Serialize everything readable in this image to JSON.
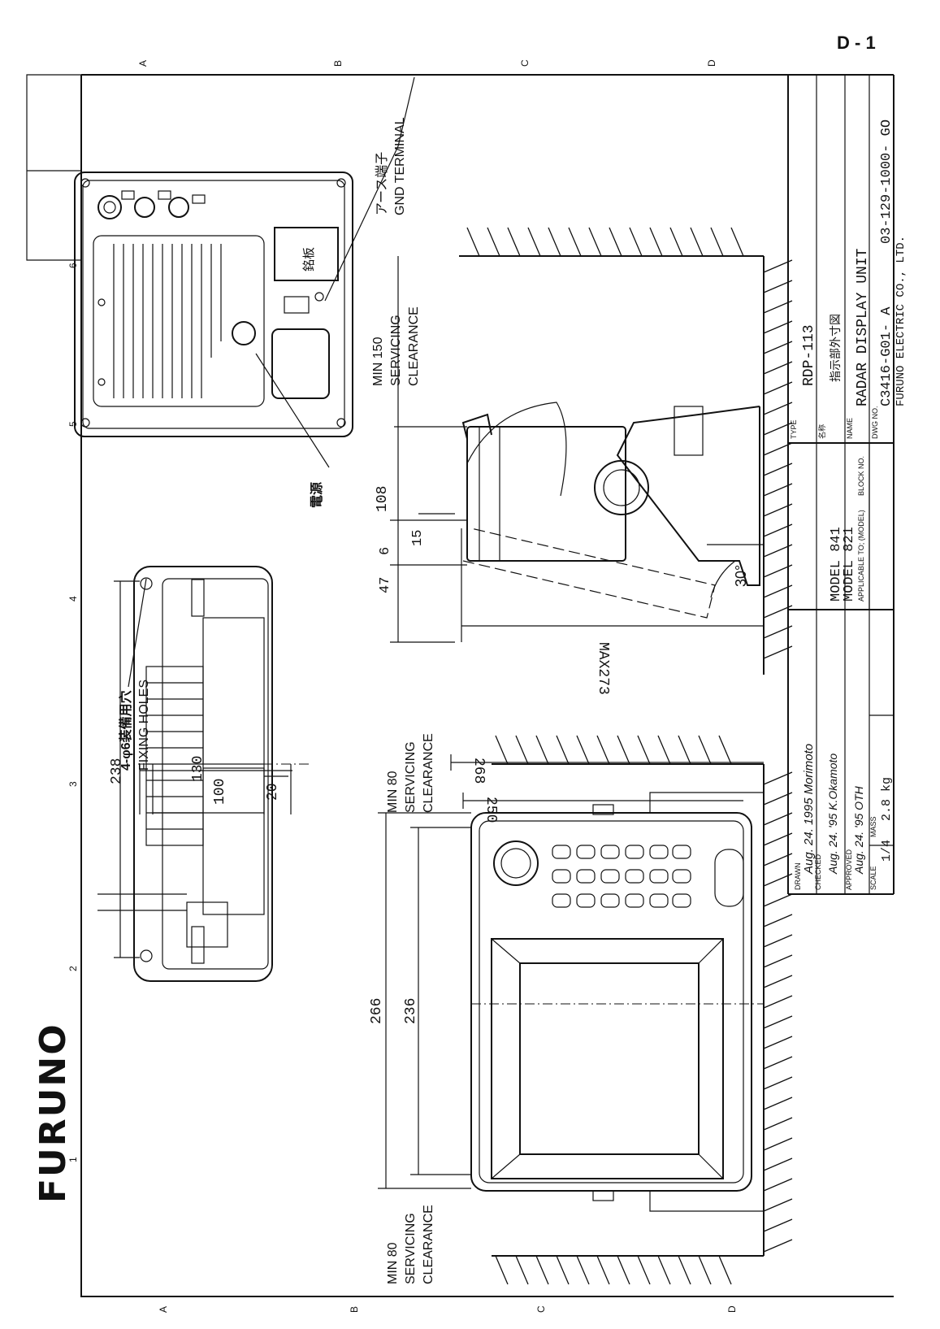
{
  "page_label": "D - 1",
  "brand": "FURUNO",
  "zone_letters": [
    "A",
    "B",
    "C",
    "D"
  ],
  "zone_numbers": [
    "1",
    "2",
    "3",
    "4",
    "5",
    "6"
  ],
  "annotations": {
    "gnd_terminal_jp": "アース端子",
    "gnd_terminal": "GND TERMINAL",
    "fixing_holes_jp": "4-φ6装備用穴",
    "fixing_holes": "FIXING HOLES",
    "power_jp": "電源",
    "nameplate_jp": "銘板",
    "clearance_top": "MIN 150\nSERVICING\nCLEARANCE",
    "clearance_right": "MIN 80\nSERVICING\nCLEARANCE",
    "clearance_left": "MIN 80\nSERVICING\nCLEARANCE"
  },
  "dimensions": {
    "width_238": "238",
    "height_130": "130",
    "height_100": "100",
    "height_20": "20",
    "depth_108": "108",
    "depth_6": "6",
    "depth_15": "15",
    "depth_47": "47",
    "max_273": "MAX273",
    "angle_30": "30°",
    "width_266": "266",
    "width_236": "236",
    "height_268": "268",
    "height_250": "250"
  },
  "title_block": {
    "type_label": "TYPE",
    "type_value": "RDP-113",
    "name_jp_label": "名称",
    "name_jp_value": "指示部外寸図",
    "name_label": "NAME",
    "name_value": "RADAR DISPLAY UNIT",
    "dwg_label": "DWG NO.",
    "dwg_value": "C3416-G01- A",
    "dwg_value2": "03-129-1000- GO",
    "company": "FURUNO ELECTRIC CO., LTD.",
    "model_1": "MODEL 841",
    "model_2": "MODEL 821",
    "applicable_label": "APPLICABLE TO;\n(MODEL)",
    "block_label": "BLOCK NO.",
    "drawn_label": "DRAWN",
    "drawn_value": "Aug. 24. 1995 Morimoto",
    "checked_label": "CHECKED",
    "checked_value": "Aug. 24. '95 K.Okamoto",
    "approved_label": "APPROVED",
    "approved_value": "Aug. 24. '95 OTH",
    "scale_label": "SCALE",
    "scale_value": "1/4",
    "mass_label": "MASS",
    "mass_value": "2.8 kg"
  }
}
